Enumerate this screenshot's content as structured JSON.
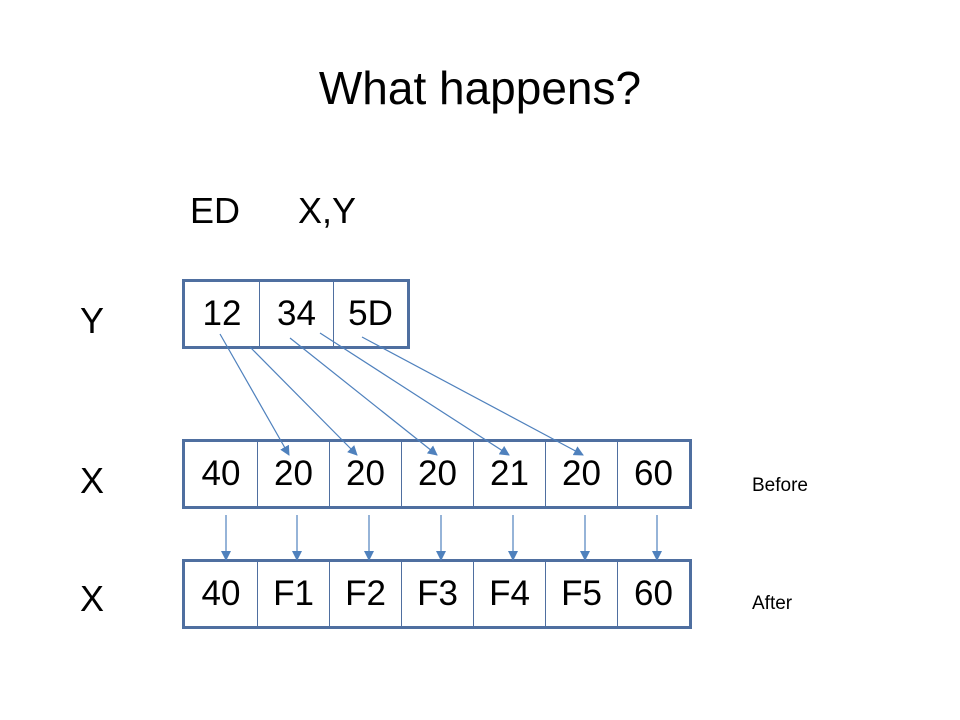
{
  "title": "What happens?",
  "instruction": {
    "op": "ED",
    "operands": "X,Y"
  },
  "rows": {
    "y": {
      "label": "Y",
      "cells": [
        "12",
        "34",
        "5D"
      ]
    },
    "x_before": {
      "label": "X",
      "cells": [
        "40",
        "20",
        "20",
        "20",
        "21",
        "20",
        "60"
      ],
      "note": "Before"
    },
    "x_after": {
      "label": "X",
      "cells": [
        "40",
        "F1",
        "F2",
        "F3",
        "F4",
        "F5",
        "60"
      ],
      "note": "After"
    }
  },
  "colors": {
    "box_border": "#4f6fa0",
    "arrow": "#4f81bd",
    "text": "#000000"
  }
}
